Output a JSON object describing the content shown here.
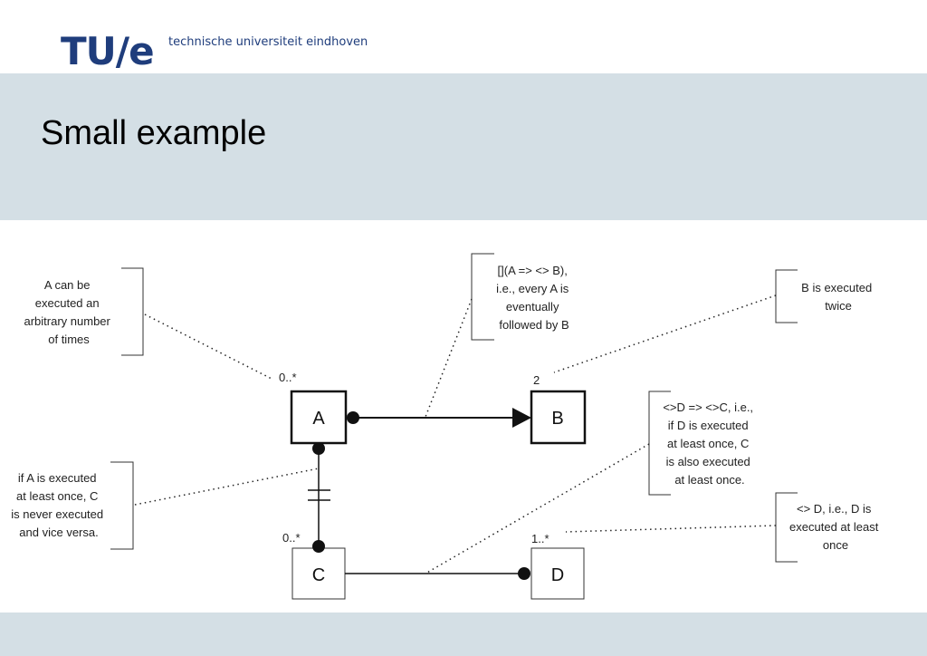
{
  "header": {
    "logo": "TU/e",
    "tagline": "technische universiteit eindhoven"
  },
  "slide": {
    "title": "Small example"
  },
  "diagram": {
    "activities": {
      "a": {
        "label": "A",
        "multiplicity": "0..*"
      },
      "b": {
        "label": "B",
        "multiplicity": "2"
      },
      "c": {
        "label": "C",
        "multiplicity": "0..*"
      },
      "d": {
        "label": "D",
        "multiplicity": "1..*"
      }
    },
    "notes": {
      "a_arbitrary": [
        "A can be",
        "executed an",
        "arbitrary number",
        "of times"
      ],
      "response": [
        "[](A => <> B),",
        "i.e., every A is",
        "eventually",
        "followed by B"
      ],
      "b_twice": [
        "B is executed",
        "twice"
      ],
      "not_coexistence": [
        "if A is executed",
        "at least once, C",
        "is never executed",
        "and vice versa."
      ],
      "responded_existence": [
        "<>D => <>C, i.e.,",
        "if D is executed",
        "at least once, C",
        "is also executed",
        "at least once."
      ],
      "d_existence": [
        "<> D, i.e., D is",
        "executed at least",
        "once"
      ]
    }
  }
}
